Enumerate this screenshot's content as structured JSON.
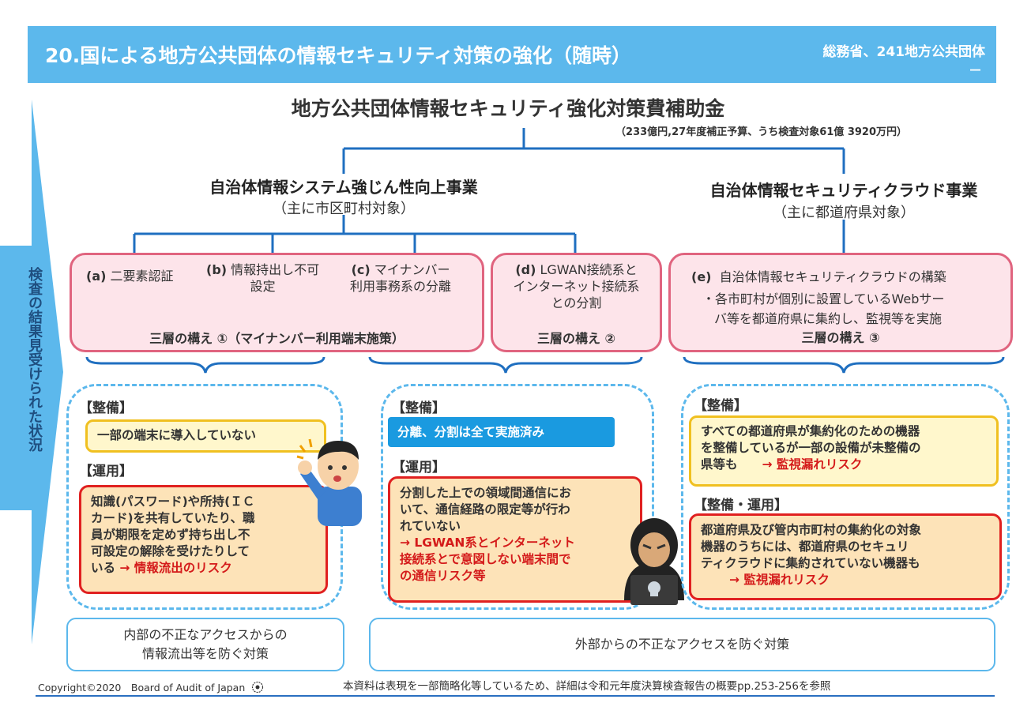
{
  "header": {
    "title": "20.国による地方公共団体の情報セキュリティ対策の強化（随時）",
    "org": "総務省、241地方公共団体",
    "dash": "－"
  },
  "side": {
    "label": "検査の結果見受けられた状況"
  },
  "main": {
    "title": "地方公共団体情報セキュリティ強化対策費補助金",
    "subtitle": "（233億円,27年度補正予算、うち検査対象61億 3920万円）"
  },
  "branches": {
    "left": {
      "title": "自治体情報システム強じん性向上事業",
      "sub": "（主に市区町村対象）"
    },
    "right": {
      "title": "自治体情報セキュリティクラウド事業",
      "sub": "（主に都道府県対象）"
    }
  },
  "measures": {
    "a": {
      "tag": "(a)",
      "text": " 二要素認証"
    },
    "b": {
      "tag": "(b)",
      "line1": " 情報持出し不可",
      "line2": "設定"
    },
    "c": {
      "tag": "(c)",
      "line1": " マイナンバー",
      "line2": "利用事務系の分離"
    },
    "d": {
      "tag": "(d)",
      "line1": " LGWAN接続系と",
      "line2": "インターネット接続系",
      "line3": "との分割"
    },
    "e": {
      "tag": "(e)",
      "line1": "自治体情報セキュリティクラウドの構築",
      "line2": "・各市町村が個別に設置しているWebサー",
      "line3": "バ等を都道府県に集約し、監視等を実施"
    },
    "layer1": "三層の構え ①（マイナンバー利用端末施策）",
    "layer2": "三層の構え ②",
    "layer3": "三層の構え ③"
  },
  "panels": {
    "left": {
      "h1": "【整備】",
      "y1": "一部の端末に導入していない",
      "h2": "【運用】",
      "r1": {
        "l1": "知識(パスワード)や所持(ＩＣ",
        "l2": "カード)を共有していたり、職",
        "l3": "員が期限を定めず持ち出し不",
        "l4": "可設定の解除を受けたりして",
        "l5a": "いる ",
        "l5b": "→ 情報流出のリスク"
      }
    },
    "middle": {
      "h1": "【整備】",
      "b1": "分離、分割は全て実施済み",
      "h2": "【運用】",
      "r1": {
        "l1": "分割した上での領域間通信にお",
        "l2": "いて、通信経路の限定等が行わ",
        "l3": "れていない",
        "l4": "→ LGWAN系とインターネット",
        "l5": "接続系とで意図しない端末間で",
        "l6": "の通信リスク等"
      }
    },
    "right": {
      "h1": "【整備】",
      "y1": {
        "l1": "すべての都道府県が集約化のための機器",
        "l2": "を整備しているが一部の設備が未整備の",
        "l3a": "県等も　　",
        "l3b": "→ 監視漏れリスク"
      },
      "h2": "【整備・運用】",
      "r1": {
        "l1": "都道府県及び管内市町村の集約化の対象",
        "l2": "機器のうちには、都道府県のセキュリ",
        "l3": "ティクラウドに集約されていない機器も",
        "l4": "→ 監視漏れリスク"
      }
    }
  },
  "bottom": {
    "left": {
      "l1": "内部の不正なアクセスからの",
      "l2": "情報流出等を防ぐ対策"
    },
    "right": "外部からの不正なアクセスを防ぐ対策"
  },
  "footer": {
    "copyright": "Copyright©2020　Board of Audit of Japan",
    "note": "本資料は表現を一部簡略化等しているため、詳細は令和元年度決算検査報告の概要pp.253-256を参照"
  },
  "colors": {
    "header": "#5cb8ec",
    "connector": "#1f6fc0",
    "pink_border": "#e0647f",
    "red": "#d41a1a"
  }
}
